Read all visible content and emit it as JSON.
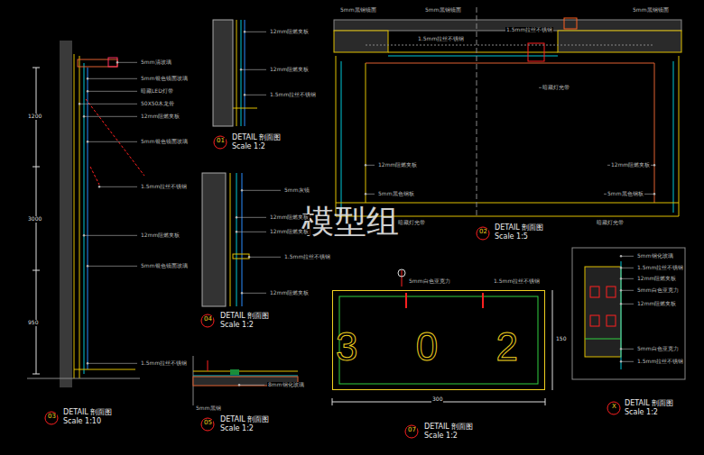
{
  "diagram": {
    "nodes": [
      {
        "text": [
          "3 0 2"
        ]
      }
    ],
    "labels": [
      "01",
      "DETAIL 剖面图",
      "Scale 1:2",
      "02",
      "DETAIL 剖面图",
      "Scale 1:5",
      "03",
      "DETAIL 剖面图",
      "Scale 1:10",
      "04",
      "DETAIL 剖面图",
      "Scale 1:2",
      "05",
      "DETAIL 剖面图",
      "Scale 1:2",
      "07",
      "DETAIL 剖面图",
      "Scale 1:2",
      "X",
      "DETAIL 剖面图",
      "Scale 1:2",
      "模型组",
      "5mm清玻璃",
      "5mm银色镜面玻璃",
      "暗藏LED灯带",
      "50X50木龙骨",
      "12mm阻燃夹板",
      "5mm银色镜面玻璃",
      "1.5mm拉丝不锈钢",
      "12mm阻燃夹板",
      "5mm银色镜面玻璃",
      "1.5mm拉丝不锈钢",
      "12mm阻燃夹板",
      "12mm阻燃夹板",
      "1.5mm拉丝不锈钢",
      "5mm灰镜",
      "12mm阻燃夹板",
      "12mm阻燃夹板",
      "1.5mm拉丝不锈钢",
      "12mm阻燃夹板",
      "5mm黑钢镜面",
      "5mm黑钢镜面",
      "1.5mm拉丝不锈钢",
      "暗藏灯光带",
      "1.5mm拉丝不锈钢",
      "12mm阻燃夹板",
      "12mm阻燃夹板",
      "5mm黑色钢板",
      "5mm黑色钢板",
      "暗藏灯光带",
      "暗藏灯光带",
      "5mm黑钢镜面",
      "8mm钢化玻璃",
      "5mm黑钢",
      "5mm白色亚克力",
      "1.5mm拉丝不锈钢",
      "300",
      "150",
      "5mm钢化玻璃",
      "1.5mm拉丝不锈钢",
      "12mm阻燃夹板",
      "5mm白色亚克力",
      "12mm阻燃夹板",
      "5mm白色亚克力",
      "1.5mm拉丝不锈钢",
      "1200",
      "3000",
      "950"
    ]
  }
}
